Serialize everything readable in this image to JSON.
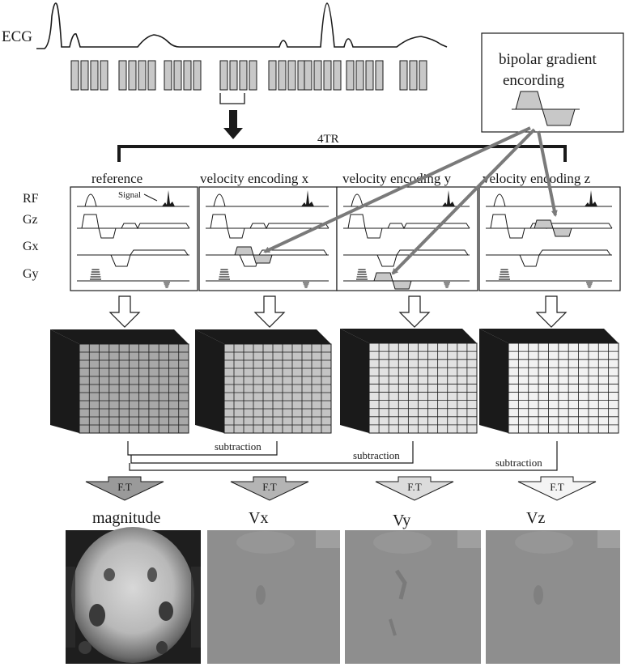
{
  "ecg": {
    "label": "ECG"
  },
  "bipolar": {
    "line1": "bipolar gradient",
    "line2": "encording"
  },
  "tr": {
    "label": "4TR"
  },
  "panels": [
    {
      "title": "reference"
    },
    {
      "title": "velocity encoding x"
    },
    {
      "title": "velocity encoding y"
    },
    {
      "title": "velocity encoding z"
    }
  ],
  "rows": {
    "rf": "RF",
    "gz": "Gz",
    "gx": "Gx",
    "gy": "Gy"
  },
  "signal": {
    "label": "Signal"
  },
  "subtraction": {
    "label": "subtraction"
  },
  "ft": {
    "label": "F.T"
  },
  "outputs": [
    {
      "label": "magnitude"
    },
    {
      "label": "Vx"
    },
    {
      "label": "Vy"
    },
    {
      "label": "Vz"
    }
  ],
  "colors": {
    "line": "#1a1a1a",
    "arrow_gray": "#7a7a7a",
    "encode_fill": "#c8c8c8",
    "cube_dark": "#1a1a1a",
    "cube_faces": [
      "#a8a8a8",
      "#c4c4c4",
      "#e2e2e2",
      "#f2f2f2"
    ],
    "ft_fills": [
      "#9a9a9a",
      "#b4b4b4",
      "#dcdcdc",
      "#f4f4f4"
    ],
    "phase_gray": "#8e8e8e"
  }
}
